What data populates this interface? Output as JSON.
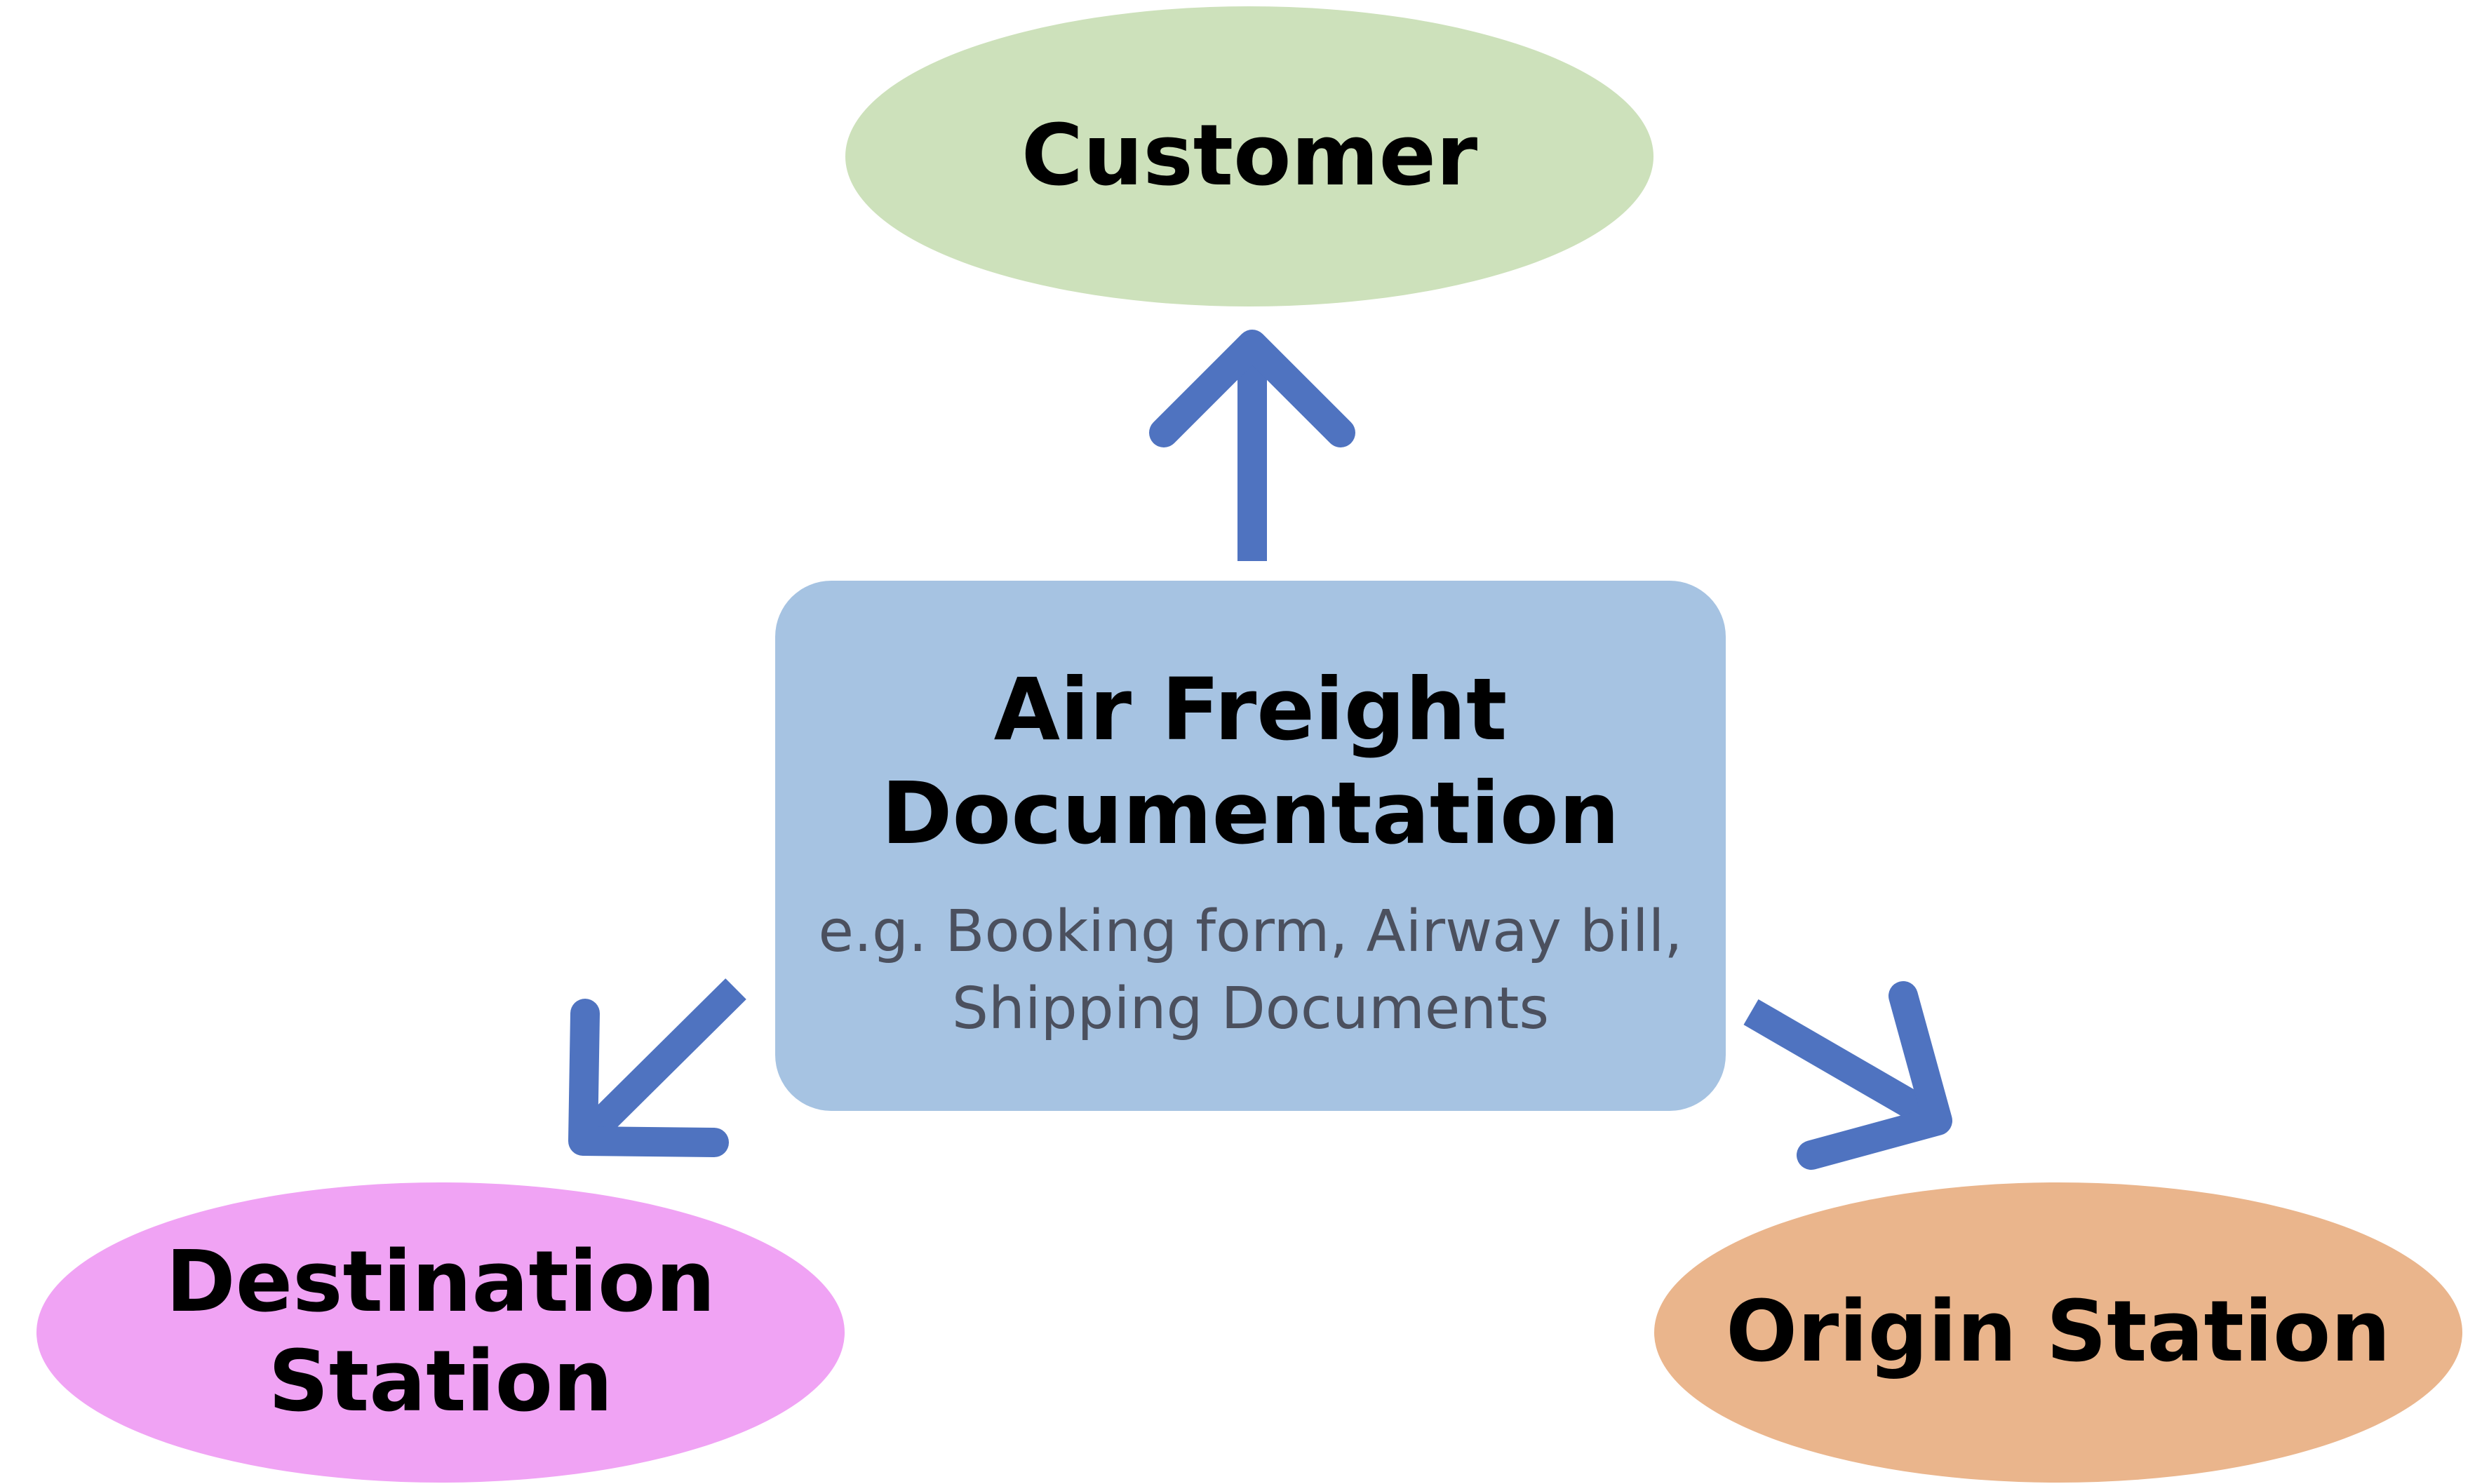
{
  "diagram": {
    "center": {
      "title_line1": "Air Freight",
      "title_line2": "Documentation",
      "subtitle_line1": "e.g. Booking form, Airway bill,",
      "subtitle_line2": "Shipping Documents"
    },
    "nodes": {
      "customer": {
        "line1": "Customer"
      },
      "destination": {
        "line1": "Destination",
        "line2": "Station"
      },
      "origin": {
        "line1": "Origin Station"
      }
    },
    "edges": [
      {
        "from": "center",
        "to": "customer"
      },
      {
        "from": "center",
        "to": "destination"
      },
      {
        "from": "center",
        "to": "origin"
      }
    ]
  },
  "colors": {
    "center_fill": "#a6c3e2",
    "customer_fill": "#cde1bb",
    "destination_fill": "#f0a3f4",
    "origin_fill": "#eab58c",
    "arrow": "#4f73c0",
    "subtitle_text": "#4b505e"
  }
}
